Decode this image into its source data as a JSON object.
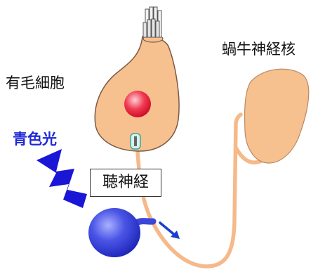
{
  "labels": {
    "cochlear_nucleus": "蝸牛神経核",
    "hair_cell": "有毛細胞",
    "blue_light": "青色光",
    "auditory_nerve": "聴神経"
  },
  "colors": {
    "cell_fill": "#f7c08f",
    "cell_stroke": "#7a5a45",
    "nerve_fill": "#f5b98a",
    "nucleus": "#e9203a",
    "bolt": "#1a16d6",
    "bulb": "#3b45d8",
    "arrow": "#1a3fd0",
    "blue_label": "#1f2ad6"
  },
  "icons": {
    "stereocilia": "stereocilia-bundle",
    "nucleus": "nucleus-dot",
    "synapse": "synaptic-vesicle",
    "light": "lightning-bolt-icon",
    "fiber_bulb": "optical-fiber-bulb",
    "direction": "arrow-icon"
  }
}
